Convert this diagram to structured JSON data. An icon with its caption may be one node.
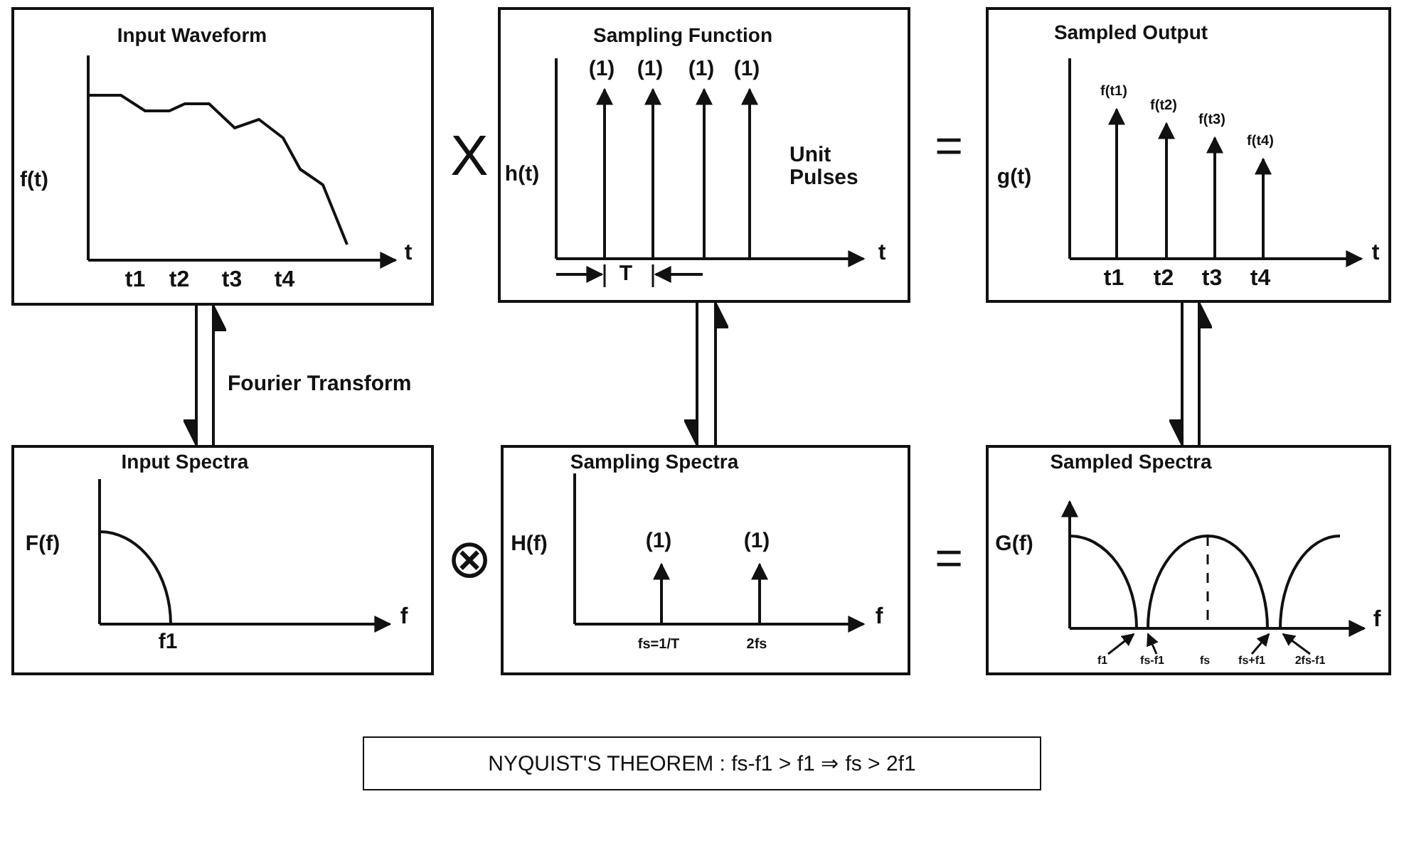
{
  "diagram": {
    "nodes": [
      {
        "text": [
          "Input Waveform",
          "f(t)",
          "t",
          "t1",
          "t2",
          "t3",
          "t4"
        ]
      },
      {
        "text": [
          "Sampling Function",
          "h(t)",
          "(1)",
          "(1)",
          "(1)",
          "(1)",
          "Unit Pulses",
          "t",
          "T"
        ]
      },
      {
        "text": [
          "Sampled Output",
          "g(t)",
          "f(t1)",
          "f(t2)",
          "f(t3)",
          "f(t4)",
          "t",
          "t1",
          "t2",
          "t3",
          "t4"
        ]
      },
      {
        "text": [
          "Input Spectra",
          "F(f)",
          "f",
          "f1"
        ]
      },
      {
        "text": [
          "Sampling Spectra",
          "H(f)",
          "(1)",
          "(1)",
          "f",
          "fs=1/T",
          "2fs"
        ]
      },
      {
        "text": [
          "Sampled Spectra",
          "G(f)",
          "f",
          "f1",
          "fs-f1",
          "fs",
          "fs+f1",
          "2fs-f1"
        ]
      },
      {
        "text": [
          "NYQUIST'S THEOREM : fs-f1 > f1 ⇒ fs > 2f1"
        ]
      }
    ],
    "edges": [
      {
        "from": 0,
        "to": 3,
        "arrow": "to"
      },
      {
        "from": 3,
        "to": 0,
        "arrow": "to",
        "label": "Fourier Transform"
      },
      {
        "from": 1,
        "to": 4,
        "arrow": "to"
      },
      {
        "from": 4,
        "to": 1,
        "arrow": "to"
      },
      {
        "from": 2,
        "to": 5,
        "arrow": "to"
      },
      {
        "from": 5,
        "to": 2,
        "arrow": "to"
      }
    ],
    "labels": [
      "X",
      "=",
      "⊗",
      "="
    ]
  }
}
